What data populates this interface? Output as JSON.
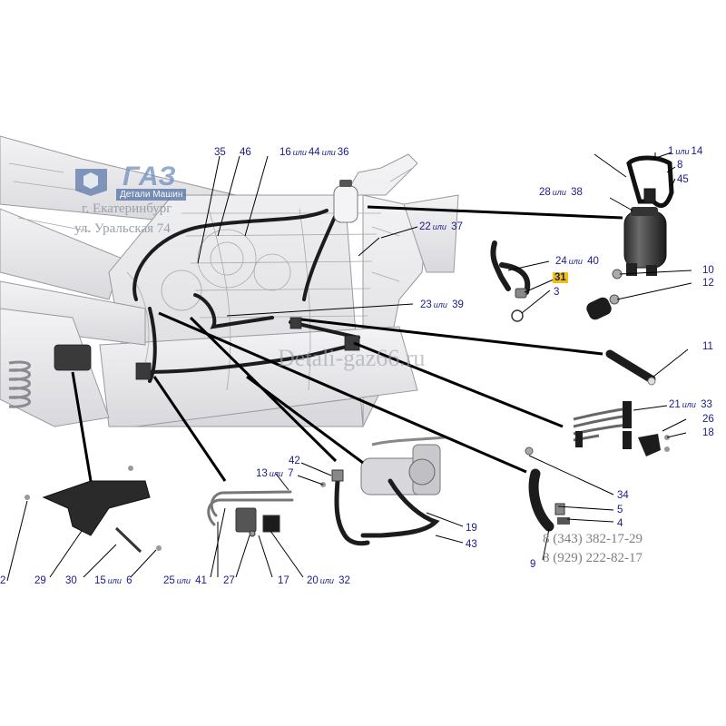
{
  "watermark": {
    "brand": "ГАЗ",
    "brand_sub": "Детали Машин",
    "city": "г. Екатеринбург",
    "street": "ул. Уральская 74",
    "site": "Detali-gaz66.ru",
    "phone1": "8 (343) 382-17-29",
    "phone2": "8 (929) 222-82-17"
  },
  "ili": "или",
  "labels": {
    "l1": "1",
    "l14": "14",
    "l8": "8",
    "l45": "45",
    "l28": "28",
    "l38": "38",
    "l35": "35",
    "l46": "46",
    "l16": "16",
    "l44": "44",
    "l36": "36",
    "l22": "22",
    "l37": "37",
    "l24": "24",
    "l40": "40",
    "l31": "31",
    "l3": "3",
    "l23": "23",
    "l39": "39",
    "l10": "10",
    "l12": "12",
    "l11": "11",
    "l21": "21",
    "l33": "33",
    "l26": "26",
    "l18": "18",
    "l42": "42",
    "l13": "13",
    "l7": "7",
    "l19": "19",
    "l43": "43",
    "l34": "34",
    "l5": "5",
    "l4": "4",
    "l9": "9",
    "l2": "2",
    "l29": "29",
    "l30": "30",
    "l15": "15",
    "l6": "6",
    "l25": "25",
    "l41": "41",
    "l27": "27",
    "l17": "17",
    "l20": "20",
    "l32": "32"
  },
  "colors": {
    "label": "#1a1a8c",
    "highlight": "#f2c200",
    "leader": "#000000",
    "part_dark": "#1c1c1c",
    "frame_light": "#e8e8ea",
    "frame_line": "#9a9a9e"
  }
}
